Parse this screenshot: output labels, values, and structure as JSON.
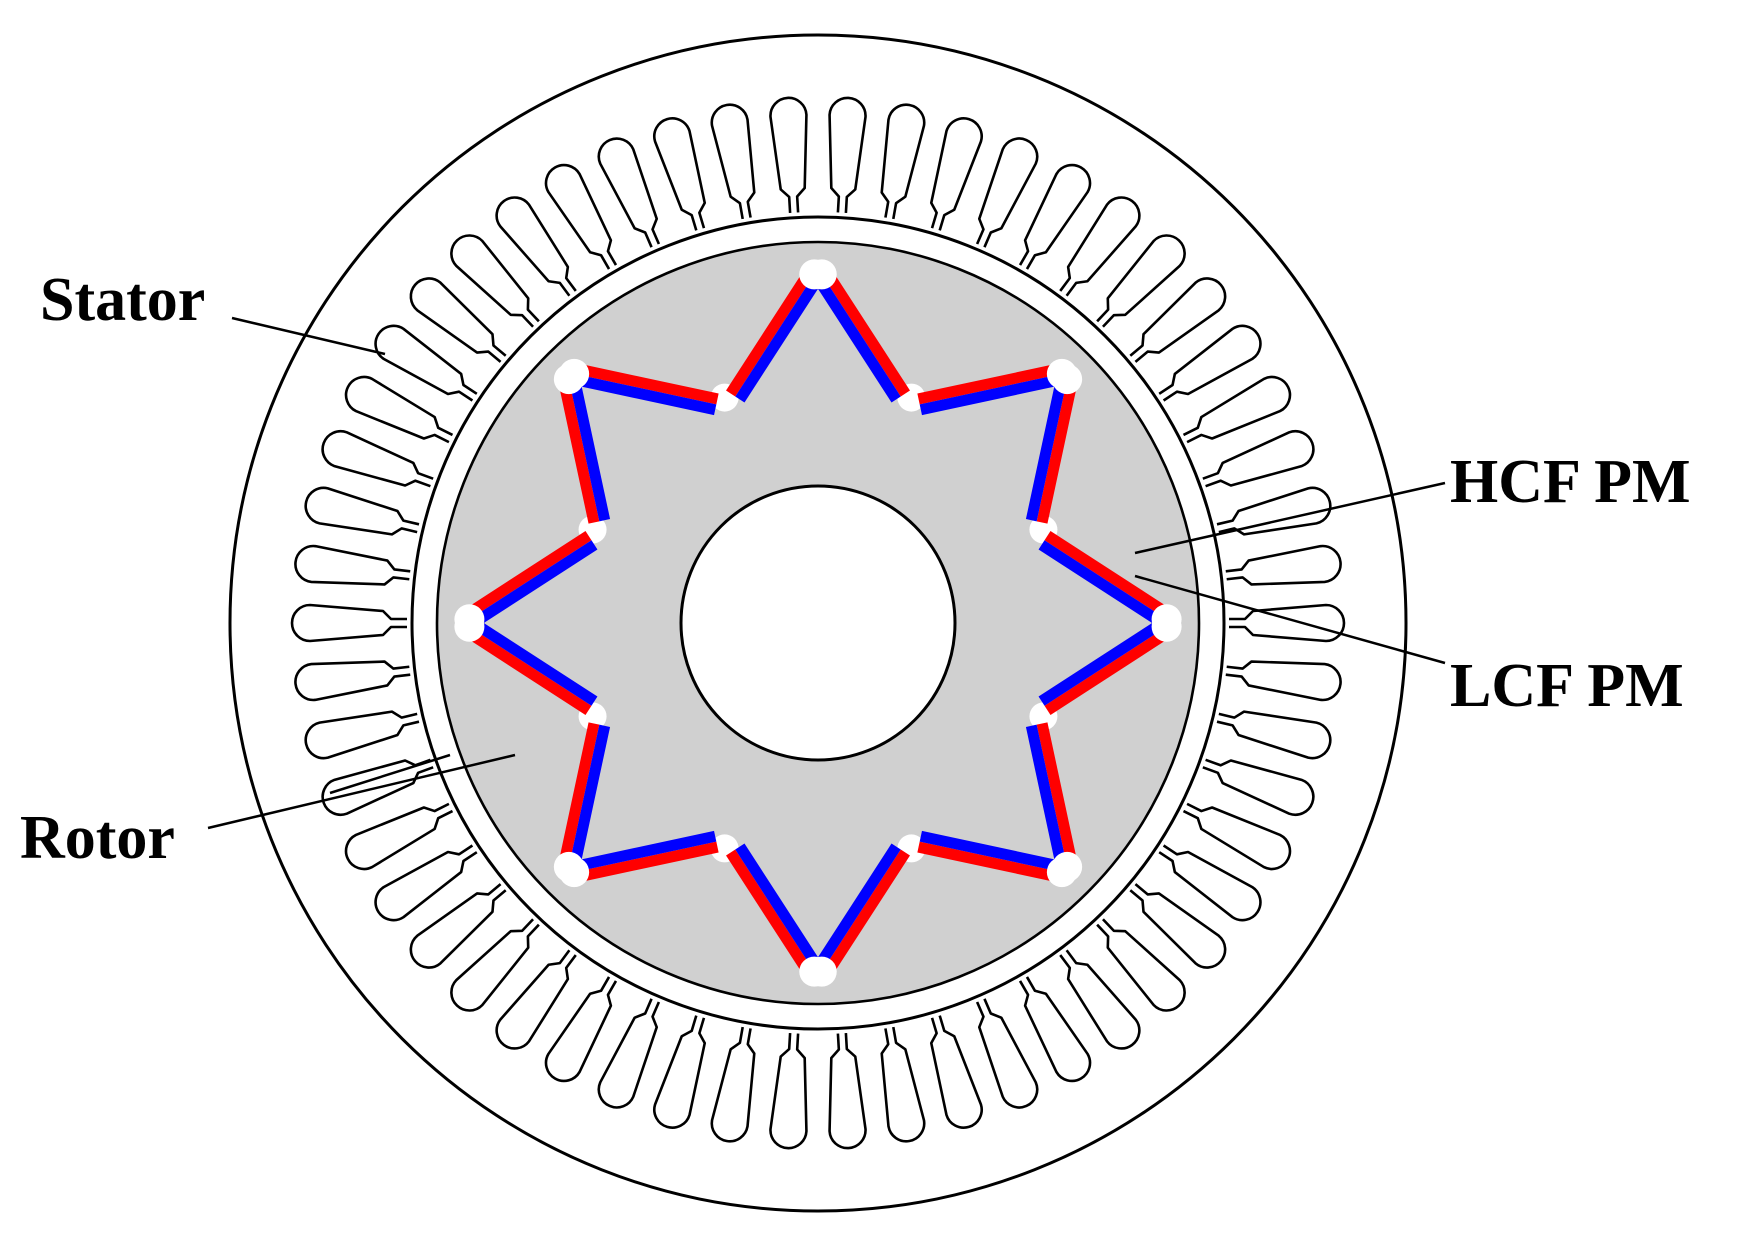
{
  "labels": {
    "stator": "Stator",
    "rotor": "Rotor",
    "hcf_pm": "HCF PM",
    "lcf_pm": "LCF PM"
  },
  "structure": {
    "stator_slots": 54,
    "rotor_poles": 8
  },
  "colors": {
    "outline": "#000000",
    "background": "#ffffff",
    "rotor_core": "#d0d0d0",
    "hcf_pm": "#ff0000",
    "lcf_pm": "#0000ff",
    "flux_barrier": "#ffffff"
  }
}
